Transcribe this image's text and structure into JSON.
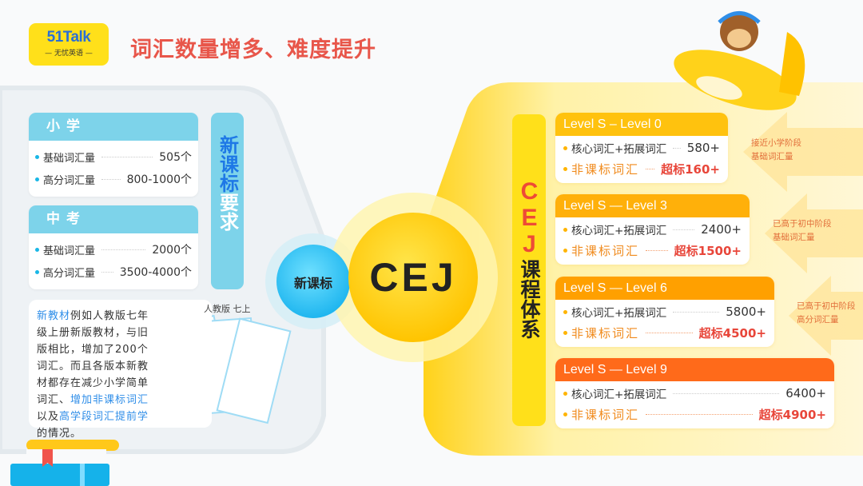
{
  "logo": {
    "brand": "51Talk",
    "tagline": "— 无忧英语 —"
  },
  "title": "词汇数量增多、难度提升",
  "standards": {
    "vertical_label": {
      "highlight": "新课标",
      "rest": "要求"
    },
    "cards": [
      {
        "title": "小学",
        "rows": [
          {
            "label": "基础词汇量",
            "value": "505个"
          },
          {
            "label": "高分词汇量",
            "value": "800-1000个"
          }
        ]
      },
      {
        "title": "中考",
        "rows": [
          {
            "label": "基础词汇量",
            "value": "2000个"
          },
          {
            "label": "高分词汇量",
            "value": "3500-4000个"
          }
        ]
      }
    ],
    "note": [
      {
        "t": "新教材",
        "hl": true
      },
      {
        "t": "例如人教版七年级上册新版教材，与旧版相比，增加了200个词汇。而且各版本新教材都存在减少小学简单词汇、",
        "hl": false
      },
      {
        "t": "增加非课标词汇",
        "hl": true
      },
      {
        "t": "以及",
        "hl": false
      },
      {
        "t": "高学段词汇提前学",
        "hl": true
      },
      {
        "t": "的情况。",
        "hl": false
      }
    ],
    "image_caption": "人教版 七上"
  },
  "circles": {
    "left": "新课标",
    "center": "CEJ"
  },
  "cej": {
    "vertical_label": {
      "highlight": "CEJ",
      "rest": "课程体系"
    },
    "levels": [
      {
        "title": "Level S – Level 0",
        "core_label": "核心词汇+拓展词汇",
        "core": "580+",
        "extra_label": "非课标词汇",
        "extra": "超标160+",
        "color": "#ffc20e",
        "note": [
          "接近小学阶段",
          "基础词汇量"
        ]
      },
      {
        "title": "Level S — Level 3",
        "core_label": "核心词汇+拓展词汇",
        "core": "2400+",
        "extra_label": "非课标词汇",
        "extra": "超标1500+",
        "color": "#ffb00a",
        "note": [
          "已高于初中阶段",
          "基础词汇量"
        ]
      },
      {
        "title": "Level S — Level 6",
        "core_label": "核心词汇+拓展词汇",
        "core": "5800+",
        "extra_label": "非课标词汇",
        "extra": "超标4500+",
        "color": "#ffa000",
        "note": [
          "已高于初中阶段",
          "高分词汇量"
        ]
      },
      {
        "title": "Level S — Level 9",
        "core_label": "核心词汇+拓展词汇",
        "core": "6400+",
        "extra_label": "非课标词汇",
        "extra": "超标4900+",
        "color": "#ff6a1a",
        "note": []
      }
    ]
  }
}
